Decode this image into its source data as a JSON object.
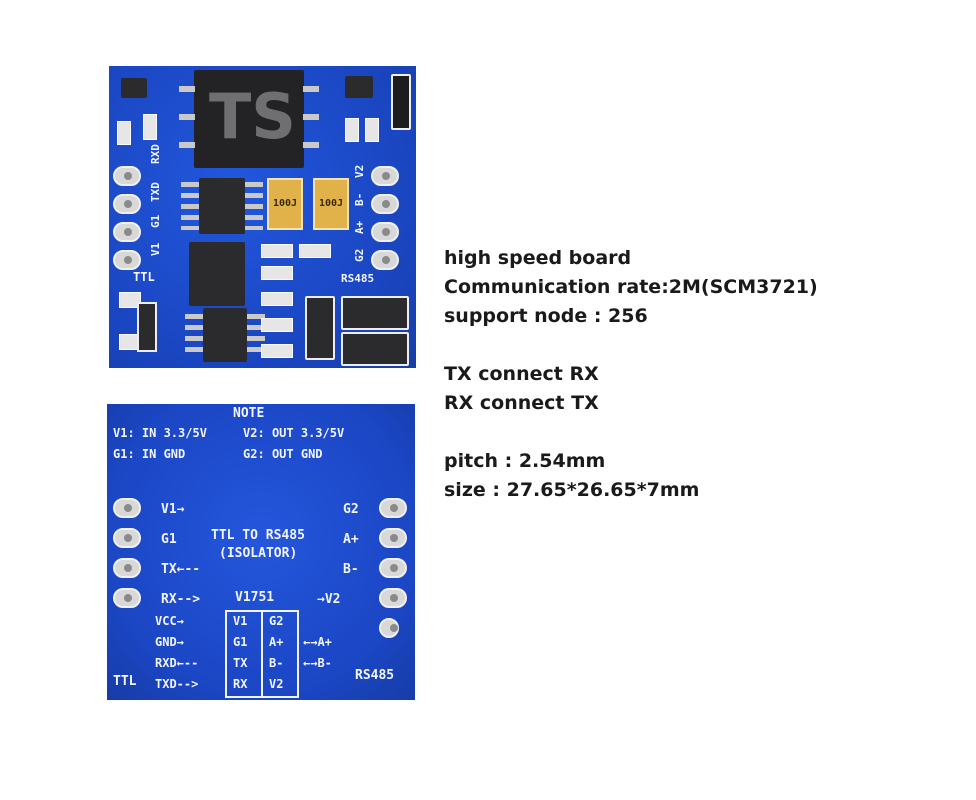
{
  "top_board": {
    "logo": "TS",
    "left_labels": [
      "RXD",
      "TXD",
      "G1",
      "V1"
    ],
    "ttl_label": "TTL",
    "right_labels": [
      "V2",
      "B-",
      "A+",
      "G2"
    ],
    "rs485_label": "RS485",
    "cap_labels": [
      "100J",
      "100J"
    ]
  },
  "bottom_board": {
    "note_title": "NOTE",
    "note_line1": "V1: IN 3.3/5V     V2: OUT 3.3/5V",
    "note_line2": "G1: IN GND        G2: OUT GND",
    "left_pins": [
      "V1→",
      "G1",
      "TX←--",
      "RX-->"
    ],
    "right_pins": [
      "G2",
      "A+",
      "B-",
      "→V2"
    ],
    "center_title": "TTL TO RS485",
    "center_subtitle": "(ISOLATOR)",
    "module_name": "V1751",
    "left_signals": [
      "VCC→",
      "GND→",
      "RXD←--",
      "TXD-->"
    ],
    "module_left": [
      "V1",
      "G1",
      "TX",
      "RX"
    ],
    "module_right": [
      "G2",
      "A+",
      "B-",
      "V2"
    ],
    "right_signals": [
      "←→A+",
      "←→B-"
    ],
    "ttl_label": "TTL",
    "rs485_label": "RS485"
  },
  "specs": {
    "line1": "high speed board",
    "line2": "Communication rate:2M(SCM3721)",
    "line3": "support node : 256",
    "line4": "TX connect RX",
    "line5": "RX connect TX",
    "line6": "pitch : 2.54mm",
    "line7": "size : 27.65*26.65*7mm"
  }
}
